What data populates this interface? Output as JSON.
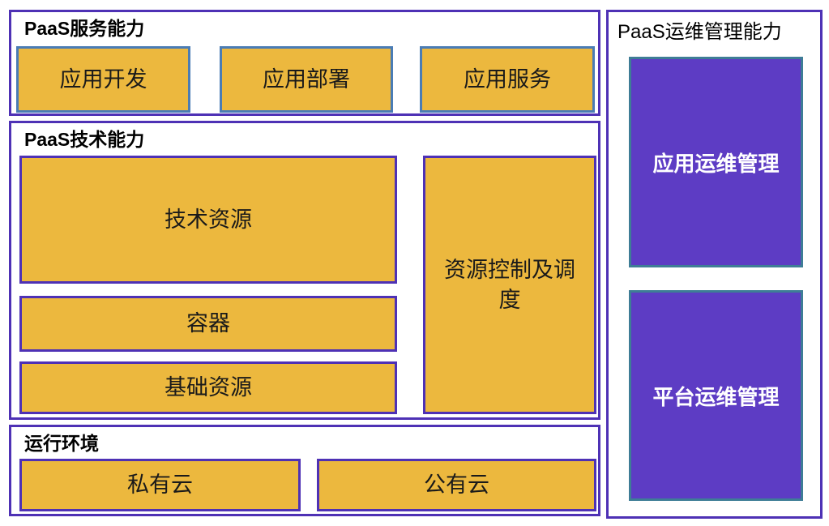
{
  "colors": {
    "orange": "#ECB83E",
    "purple_fill": "#5D3CC4",
    "purple_border": "#4E31B5",
    "steel_blue_border": "#4A7CB5",
    "teal_border": "#3E7D96",
    "title_text": "#000000",
    "box_text": "#1A1A1A",
    "purple_box_text": "#FFFFFF"
  },
  "service": {
    "title": "PaaS服务能力",
    "box1": "应用开发",
    "box2": "应用部署",
    "box3": "应用服务"
  },
  "tech": {
    "title": "PaaS技术能力",
    "tech_resources": "技术资源",
    "container": "容器",
    "basic_resources": "基础资源",
    "resource_control": "资源控制及调度"
  },
  "runtime": {
    "title": "运行环境",
    "private_cloud": "私有云",
    "public_cloud": "公有云"
  },
  "ops": {
    "title": "PaaS运维管理能力",
    "app_ops": "应用运维管理",
    "platform_ops": "平台运维管理"
  }
}
